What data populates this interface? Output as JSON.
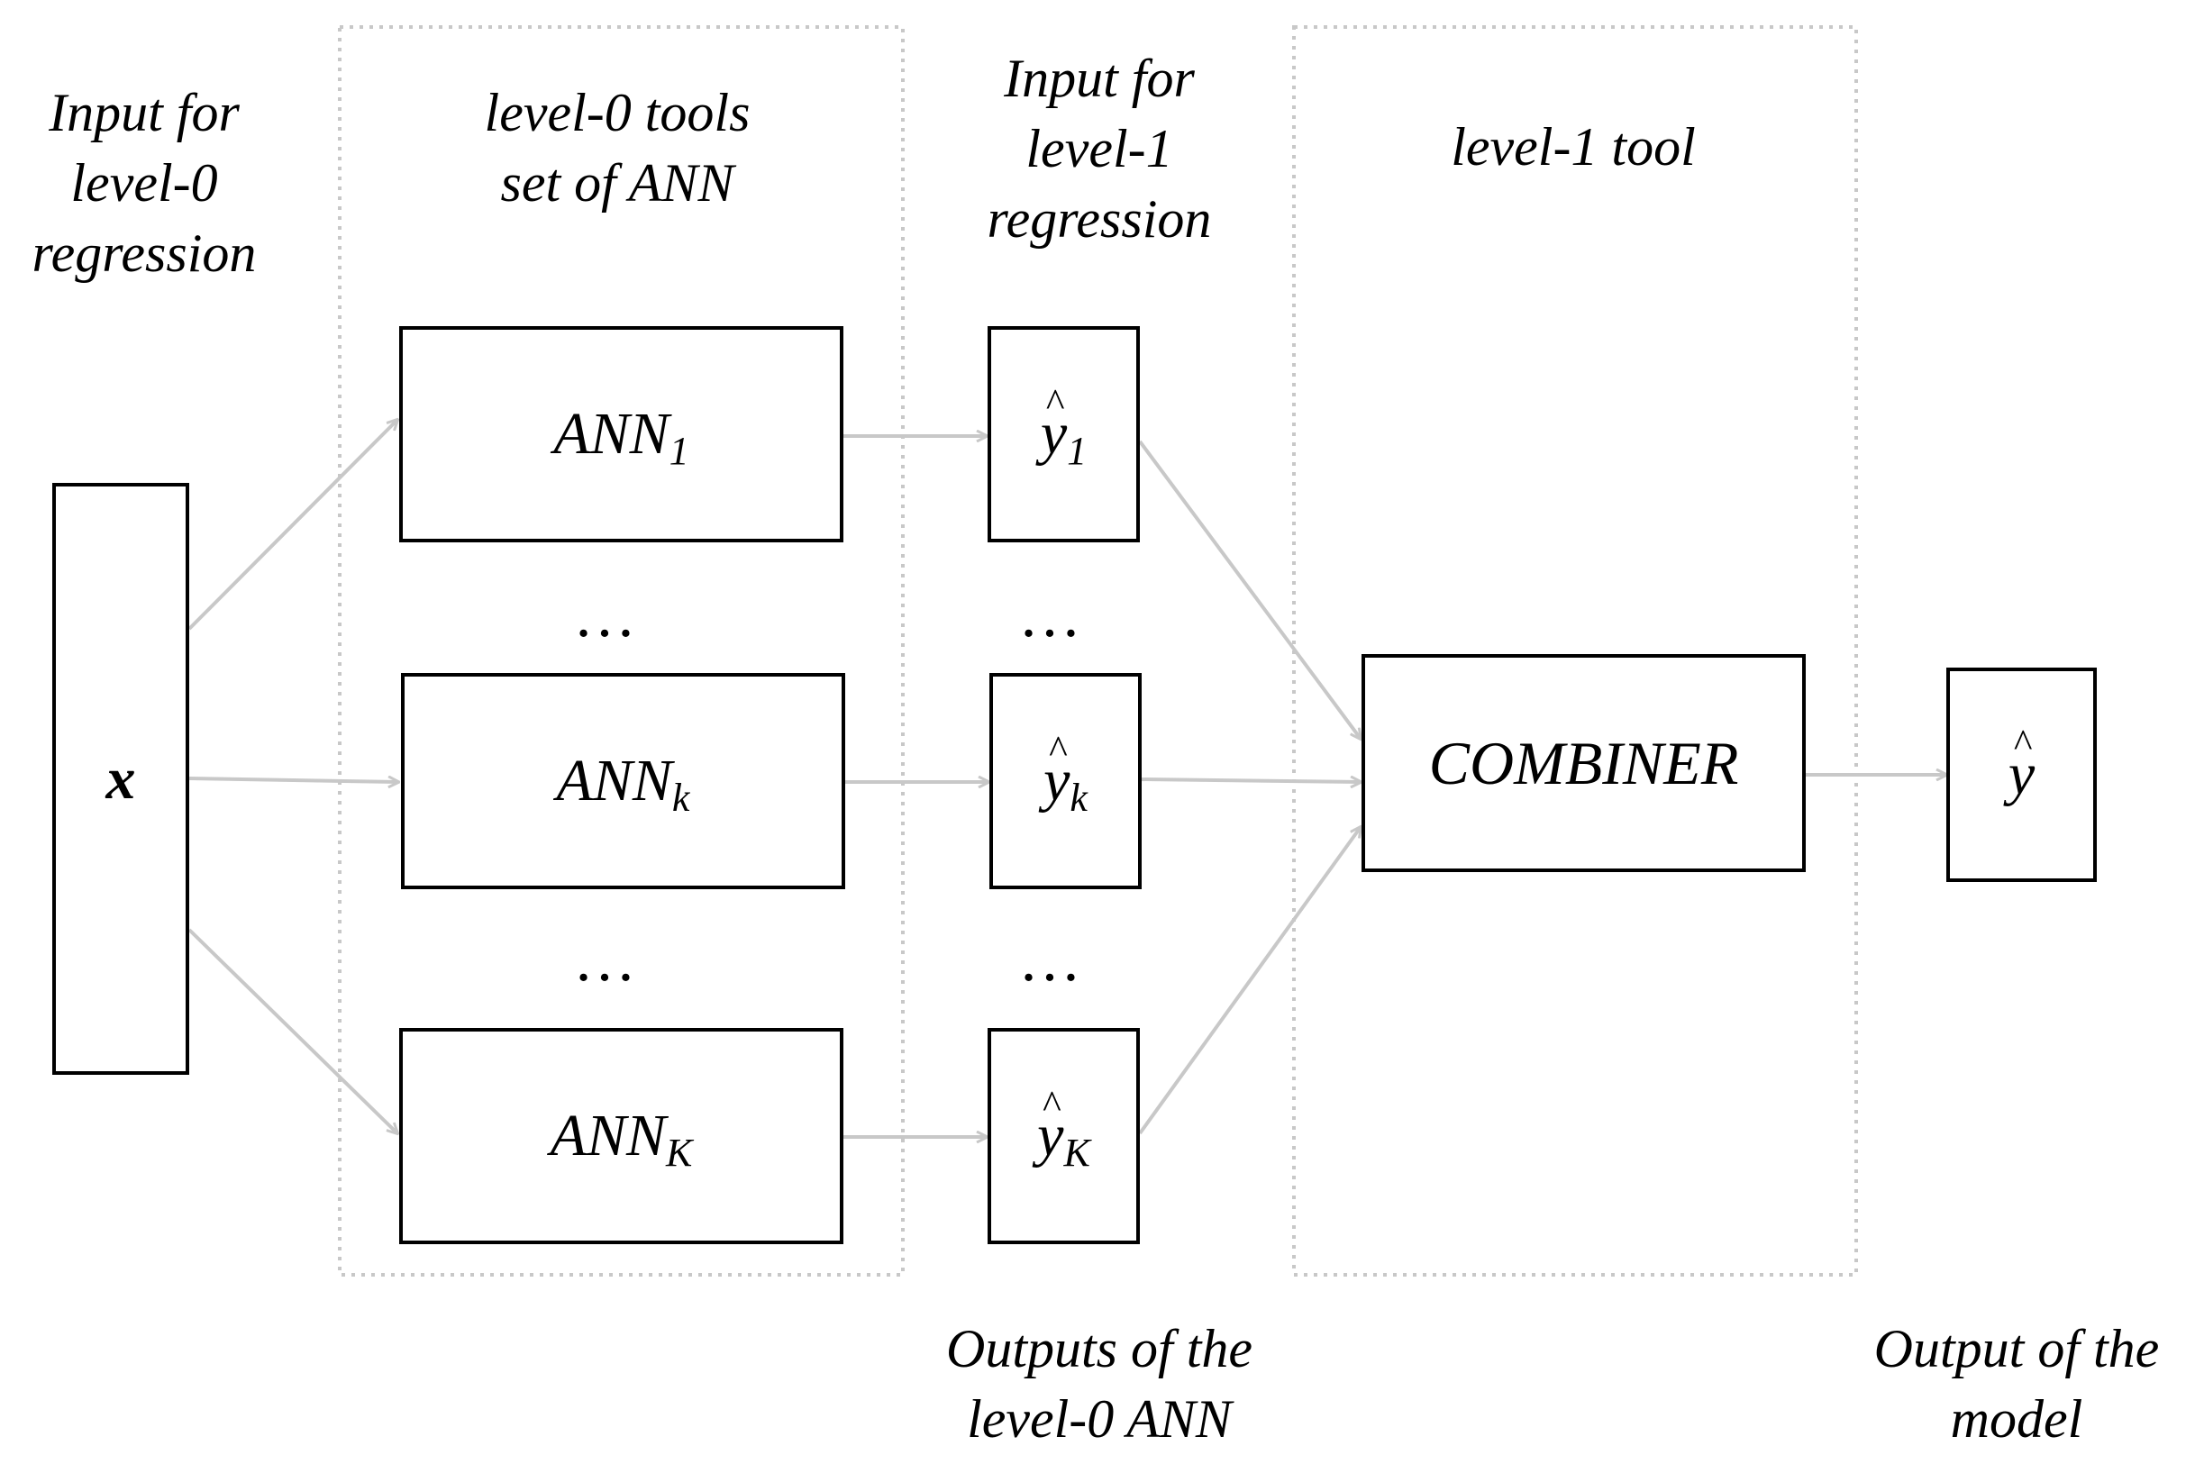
{
  "labels": {
    "input_level0": "Input for\nlevel-0\nregression",
    "level0_tools": "level-0 tools\nset of ANN",
    "input_level1": "Input for\nlevel-1\nregression",
    "level1_tool": "level-1 tool",
    "outputs_level0": "Outputs of the\nlevel-0 ANN",
    "output_model": "Output of the\nmodel"
  },
  "nodes": {
    "x": "x",
    "ann_base": "ANN",
    "ann_subs": [
      "1",
      "k",
      "K"
    ],
    "yhat_base": "y",
    "yhat_subs": [
      "1",
      "k",
      "K"
    ],
    "combiner": "COMBINER",
    "final": "y"
  },
  "ellipsis": "…",
  "colors": {
    "arrow": "#c8c8c8",
    "dashed_border": "#c8c8c8",
    "box_border": "#000000"
  }
}
